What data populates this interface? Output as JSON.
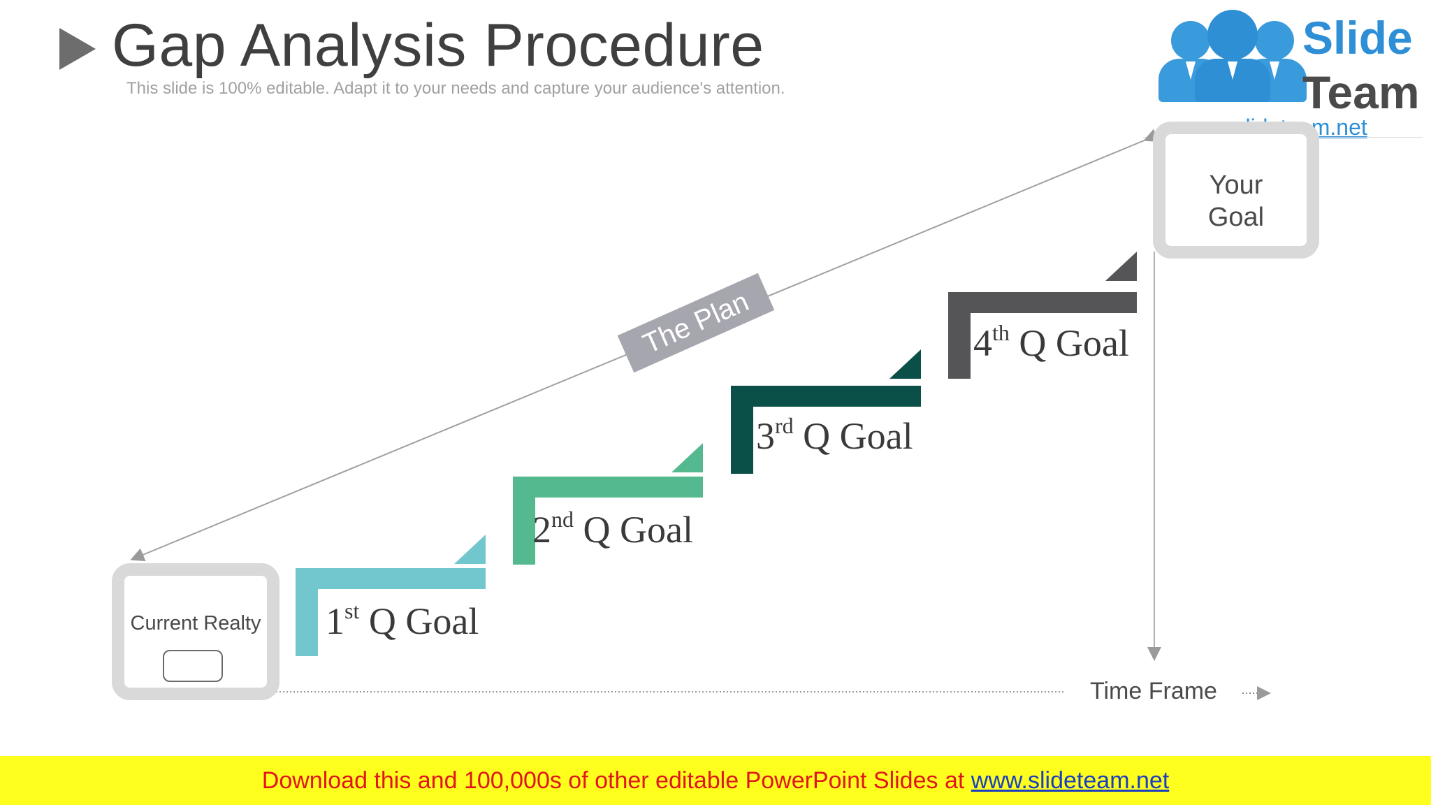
{
  "slide": {
    "title": "Gap Analysis Procedure",
    "subtitle": "This slide is 100% editable. Adapt it to your needs and capture your audience's attention."
  },
  "logo": {
    "word1": "Slide",
    "word2": "Team",
    "url": "www.slideteam.net"
  },
  "diagram": {
    "current_realty": "Current Realty",
    "your_goal_line1": "Your",
    "your_goal_line2": "Goal",
    "plan_label": "The Plan",
    "time_frame": "Time Frame",
    "steps": [
      {
        "num": "1",
        "suffix": "st",
        "text": "Q Goal",
        "color": "#72c7cf"
      },
      {
        "num": "2",
        "suffix": "nd",
        "text": "Q Goal",
        "color": "#54b98f"
      },
      {
        "num": "3",
        "suffix": "rd",
        "text": "Q Goal",
        "color": "#0a4f48"
      },
      {
        "num": "4",
        "suffix": "th",
        "text": "Q Goal",
        "color": "#555557"
      }
    ]
  },
  "footer": {
    "text": "Download this and 100,000s of other editable PowerPoint Slides at ",
    "link": "www.slideteam.net"
  }
}
